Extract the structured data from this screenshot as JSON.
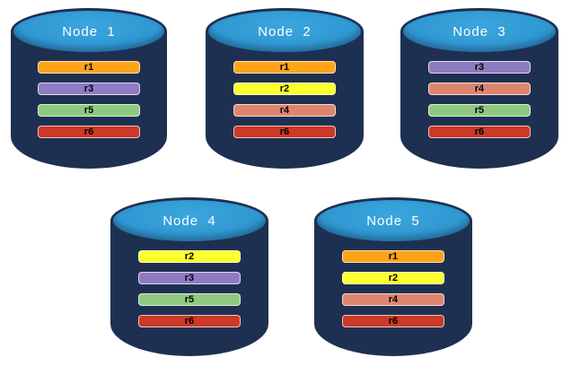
{
  "colors": {
    "background": "#FFFFFF",
    "cylinder_body": "#1E3052",
    "cylinder_top": "#2F97D1",
    "cylinder_top_light": "#3BA6DE",
    "cylinder_top_dark": "#2987BD",
    "node_label_text": "#FFFFFF",
    "bar_text": "#000000"
  },
  "replica_colors": {
    "r1": "#FFA319",
    "r2": "#FDFF2E",
    "r3": "#8E7CC3",
    "r4": "#DE8570",
    "r5": "#8FC97F",
    "r6": "#CB3927"
  },
  "nodes": [
    {
      "label": "Node  1",
      "replicas": [
        "r1",
        "r3",
        "r5",
        "r6"
      ]
    },
    {
      "label": "Node  2",
      "replicas": [
        "r1",
        "r2",
        "r4",
        "r6"
      ]
    },
    {
      "label": "Node  3",
      "replicas": [
        "r3",
        "r4",
        "r5",
        "r6"
      ]
    },
    {
      "label": "Node  4",
      "replicas": [
        "r2",
        "r3",
        "r5",
        "r6"
      ]
    },
    {
      "label": "Node  5",
      "replicas": [
        "r1",
        "r2",
        "r4",
        "r6"
      ]
    }
  ]
}
